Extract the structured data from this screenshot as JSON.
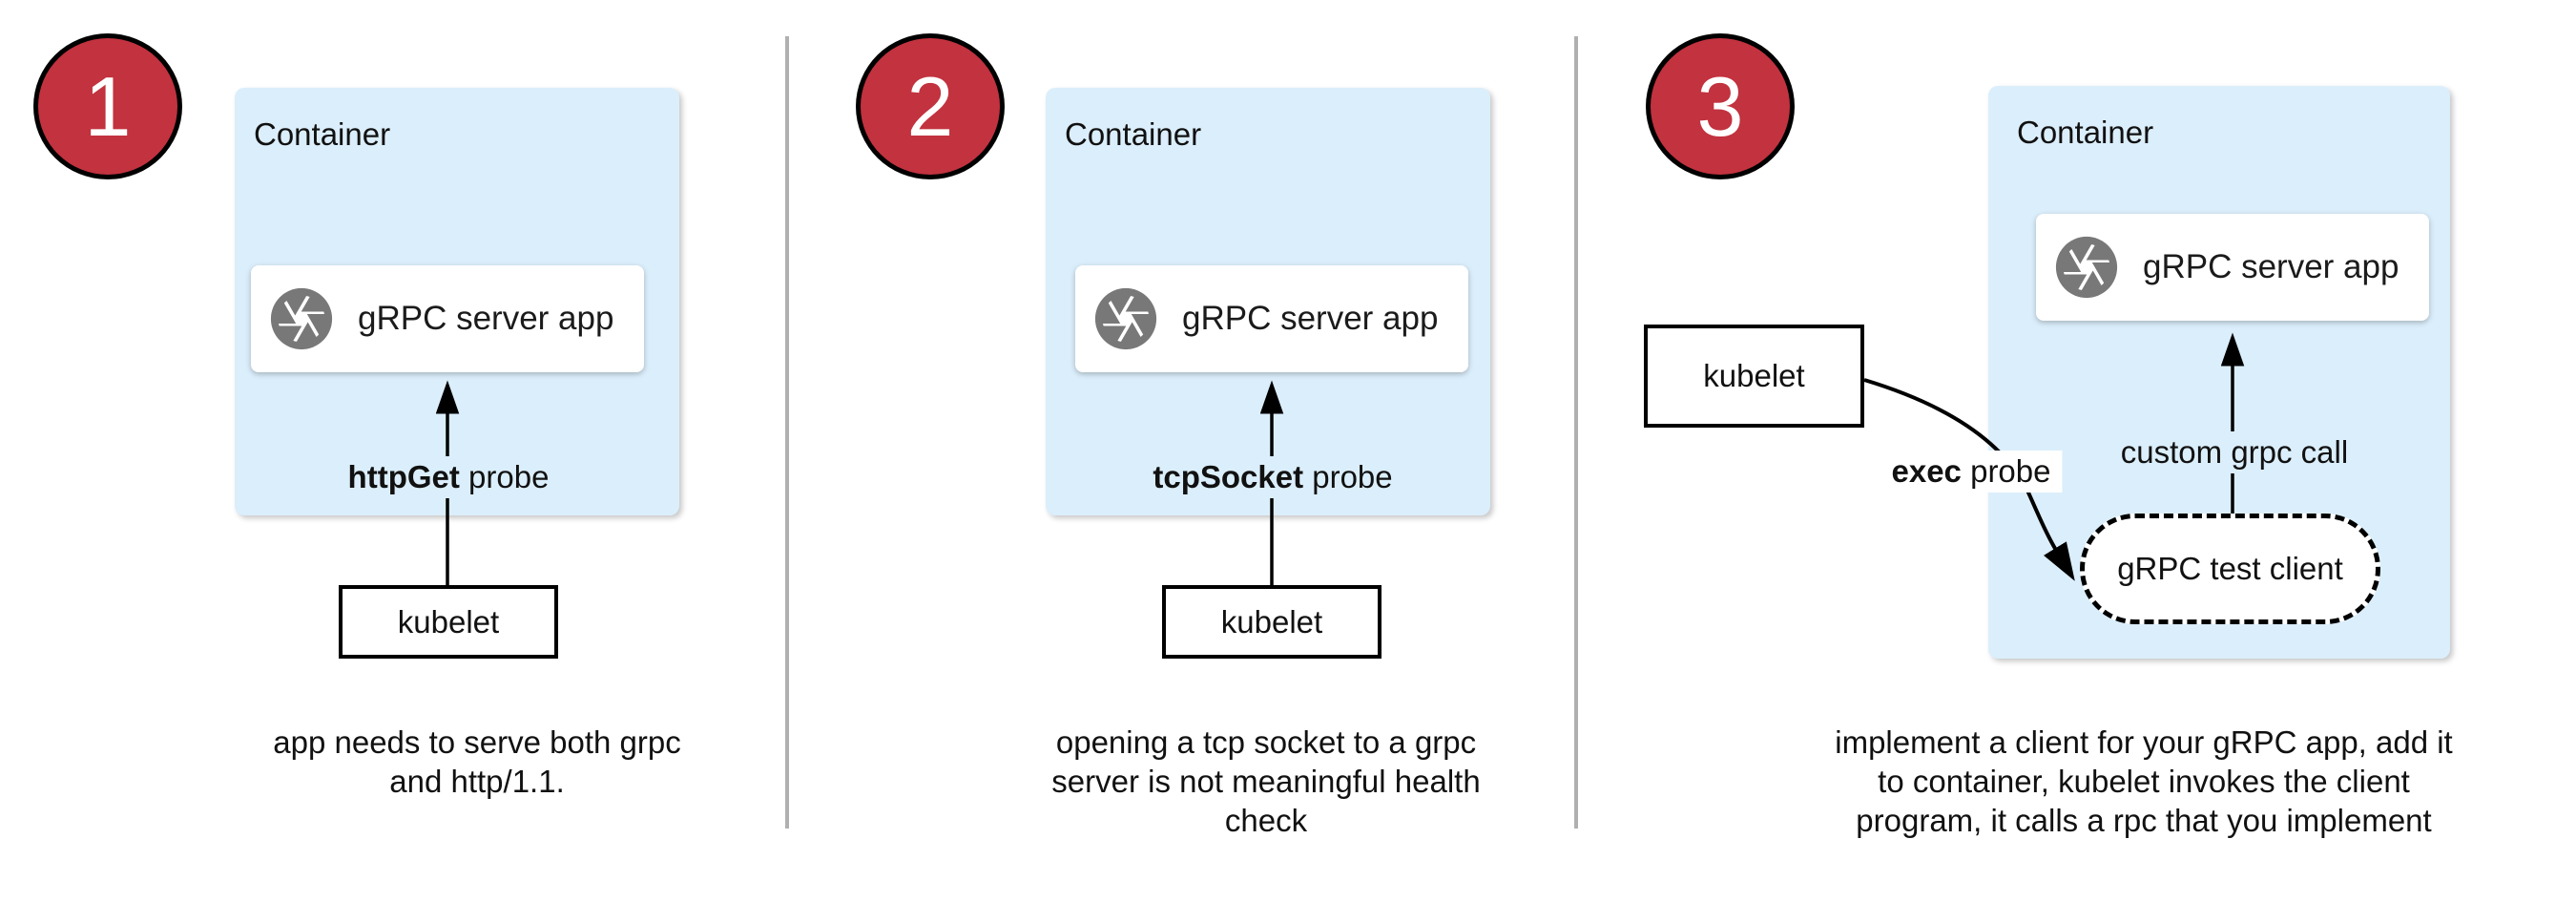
{
  "colors": {
    "container_fill": "#dbeefb",
    "badge_fill": "#c2323f",
    "badge_border": "#000000",
    "icon_gray": "#787878",
    "divider_gray": "#b0b0b0",
    "arrow_black": "#000000"
  },
  "icons": {
    "app_icon": "camera-aperture-icon"
  },
  "panels": [
    {
      "badge": "1",
      "container_label": "Container",
      "app_label": "gRPC server app",
      "probe_bold": "httpGet",
      "probe_rest": " probe",
      "kubelet_label": "kubelet",
      "caption_lines": [
        "app needs to serve both grpc",
        "and http/1.1."
      ]
    },
    {
      "badge": "2",
      "container_label": "Container",
      "app_label": "gRPC server app",
      "probe_bold": "tcpSocket",
      "probe_rest": " probe",
      "kubelet_label": "kubelet",
      "caption_lines": [
        "opening a tcp socket to a grpc",
        "server is not meaningful health",
        "check"
      ]
    },
    {
      "badge": "3",
      "container_label": "Container",
      "app_label": "gRPC server app",
      "exec_bold": "exec",
      "exec_rest": " probe",
      "call_label": "custom grpc call",
      "client_label": "gRPC test client",
      "kubelet_label": "kubelet",
      "caption_lines": [
        "implement a client for your gRPC app, add it",
        "to container, kubelet invokes the client",
        "program, it calls a rpc that you implement"
      ]
    }
  ]
}
